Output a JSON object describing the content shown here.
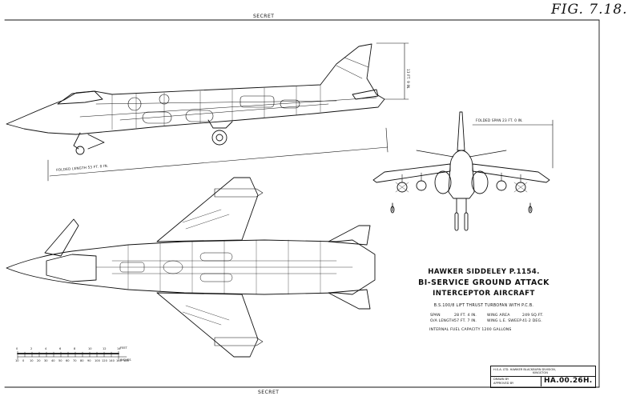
{
  "figure_label": "FIG. 7.18.",
  "classification_top": "SECRET",
  "classification_bottom": "SECRET",
  "title": {
    "line1": "HAWKER SIDDELEY P.1154.",
    "line2": "BI-SERVICE GROUND ATTACK",
    "line3": "INTERCEPTOR AIRCRAFT",
    "engine": "B.S.100/8 LIFT THRUST TURBOFAN WITH P.C.B."
  },
  "specs": {
    "span_label": "SPAN",
    "span_value": "28 FT. 4 IN.",
    "length_label": "O/A LENGTH",
    "length_value": "57 FT. 7 IN.",
    "wing_area_label": "WING AREA",
    "wing_area_value": "249 SQ.FT.",
    "sweep_label": "WING L.E. SWEEP",
    "sweep_value": "41·2 DEG."
  },
  "fuel_capacity": "INTERNAL FUEL CAPACITY 1200 GALLONS",
  "dimensions": {
    "height": "13 FT. 9 IN.",
    "folded_length": "FOLDED LENGTH 53 FT. 0 IN.",
    "folded_span": "FOLDED SPAN 23 FT. 0 IN."
  },
  "scale": {
    "feet_label": "FEET",
    "inches_label": "INCHES",
    "feet_ticks": [
      "0",
      "2",
      "4",
      "6",
      "8",
      "10",
      "12",
      "14"
    ],
    "inches_ticks": [
      "10",
      "0",
      "10",
      "20",
      "30",
      "40",
      "50",
      "60",
      "70",
      "80",
      "90",
      "100",
      "120",
      "140",
      "160",
      "180"
    ]
  },
  "title_block": {
    "company": "H.S.A. LTD. HAWKER BLACKBURN DIVISION,",
    "location": "KINGSTON",
    "drawn_by": "DRAWN BY",
    "approved_by": "APPROVED BY",
    "drawing_number": "HA.00.26H."
  },
  "colors": {
    "ink": "#111111",
    "paper": "#ffffff"
  }
}
